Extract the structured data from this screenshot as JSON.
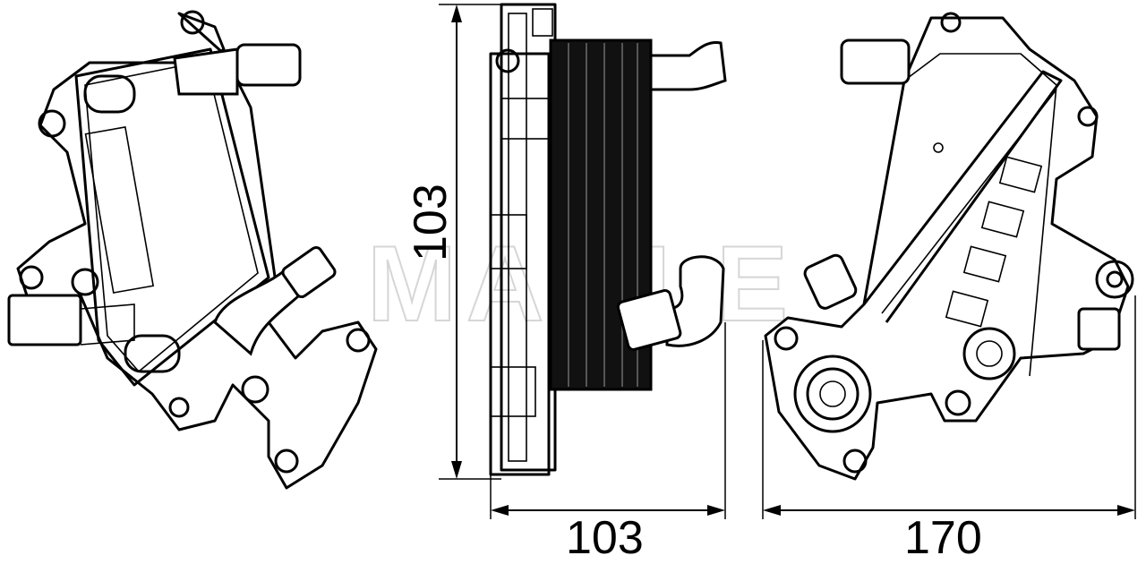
{
  "watermark": "MAHLE",
  "dimensions": {
    "height_label": "103",
    "width_side_label": "103",
    "width_rear_label": "170"
  },
  "colors": {
    "line": "#000000",
    "background": "#ffffff",
    "watermark": "#cccccc"
  }
}
